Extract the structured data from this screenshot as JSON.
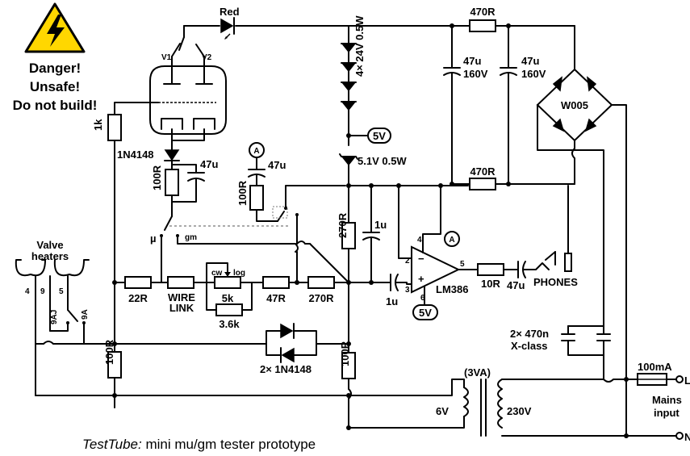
{
  "warning": {
    "line1": "Danger!",
    "line2": "Unsafe!",
    "line3": "Do not build!",
    "color": "#ffd700"
  },
  "labels": {
    "red": "Red",
    "v1": "V1",
    "v2": "V2",
    "r1k": "1k",
    "d1n4148": "1N4148",
    "c47u_a": "47u",
    "r100r_a": "100R",
    "meter_a1": "A",
    "c47u_b": "47u",
    "r100r_b": "100R",
    "mu": "µ",
    "gm": "gm",
    "zener_stack": "4× 24V 0.5W",
    "badge5v_a": "5V",
    "zener_51": "5.1V 0.5W",
    "r270r_v": "270R",
    "c1u_v": "1u",
    "r470r_top": "470R",
    "c47u_160_a1": "47u",
    "c47u_160_a2": "160V",
    "c47u_160_b1": "47u",
    "c47u_160_b2": "160V",
    "bridge": "W005",
    "r470r_mid": "470R",
    "meter_a2": "A",
    "pin4": "4",
    "pin2": "2",
    "pin3": "3",
    "pin5": "5",
    "pin6": "6",
    "minus": "−",
    "plus": "+",
    "opamp": "LM386",
    "badge5v_b": "5V",
    "c1u_in": "1u",
    "r10r": "10R",
    "c47u_out": "47u",
    "phones": "PHONES",
    "valve_heaters1": "Valve",
    "valve_heaters2": "heaters",
    "pin_4": "4",
    "pin_9": "9",
    "pin_5": "5",
    "pin_9aj": "9AJ",
    "pin_9a": "9A",
    "r22r": "22R",
    "wire1": "WIRE",
    "wire2": "LINK",
    "cw": "cw",
    "log": "log",
    "r5k": "5k",
    "r47r": "47R",
    "r270r_h": "270R",
    "r36k": "3.6k",
    "diodes2x": "2× 1N4148",
    "r100r_l": "100R",
    "r100r_m": "100R",
    "xcap1": "2× 470n",
    "xcap2": "X-class",
    "transformer": "(3VA)",
    "v6": "6V",
    "v230": "230V",
    "fuse": "100mA",
    "L": "L",
    "N": "N",
    "mains1": "Mains",
    "mains2": "input"
  },
  "caption": {
    "italic": "TestTube:",
    "rest": " mini mu/gm tester prototype"
  }
}
